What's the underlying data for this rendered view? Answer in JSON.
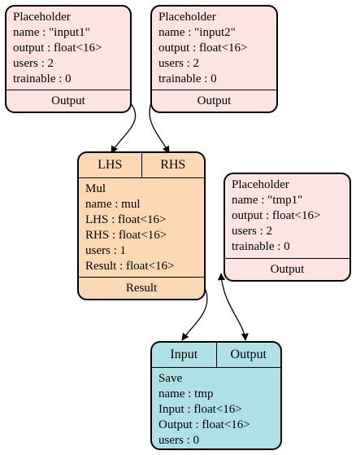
{
  "colors": {
    "placeholder_fill": "#fde3e1",
    "mul_fill": "#fcd9b4",
    "save_fill": "#aee0e5",
    "edge": "#000000"
  },
  "nodes": {
    "input1": {
      "title": "Placeholder",
      "name_line": "name : \"input1\"",
      "output_line": "output : float<16>",
      "users_line": "users : 2",
      "trainable_line": "trainable : 0",
      "port": "Output"
    },
    "input2": {
      "title": "Placeholder",
      "name_line": "name : \"input2\"",
      "output_line": "output : float<16>",
      "users_line": "users : 2",
      "trainable_line": "trainable : 0",
      "port": "Output"
    },
    "mul": {
      "port_lhs": "LHS",
      "port_rhs": "RHS",
      "title": "Mul",
      "name_line": "name : mul",
      "lhs_line": "LHS : float<16>",
      "rhs_line": "RHS : float<16>",
      "users_line": "users : 1",
      "result_line": "Result : float<16>",
      "port": "Result"
    },
    "tmp1": {
      "title": "Placeholder",
      "name_line": "name : \"tmp1\"",
      "output_line": "output : float<16>",
      "users_line": "users : 2",
      "trainable_line": "trainable : 0",
      "port": "Output"
    },
    "save": {
      "port_input": "Input",
      "port_output": "Output",
      "title": "Save",
      "name_line": "name : tmp",
      "input_line": "Input : float<16>",
      "output_line": "Output : float<16>",
      "users_line": "users : 0"
    }
  }
}
